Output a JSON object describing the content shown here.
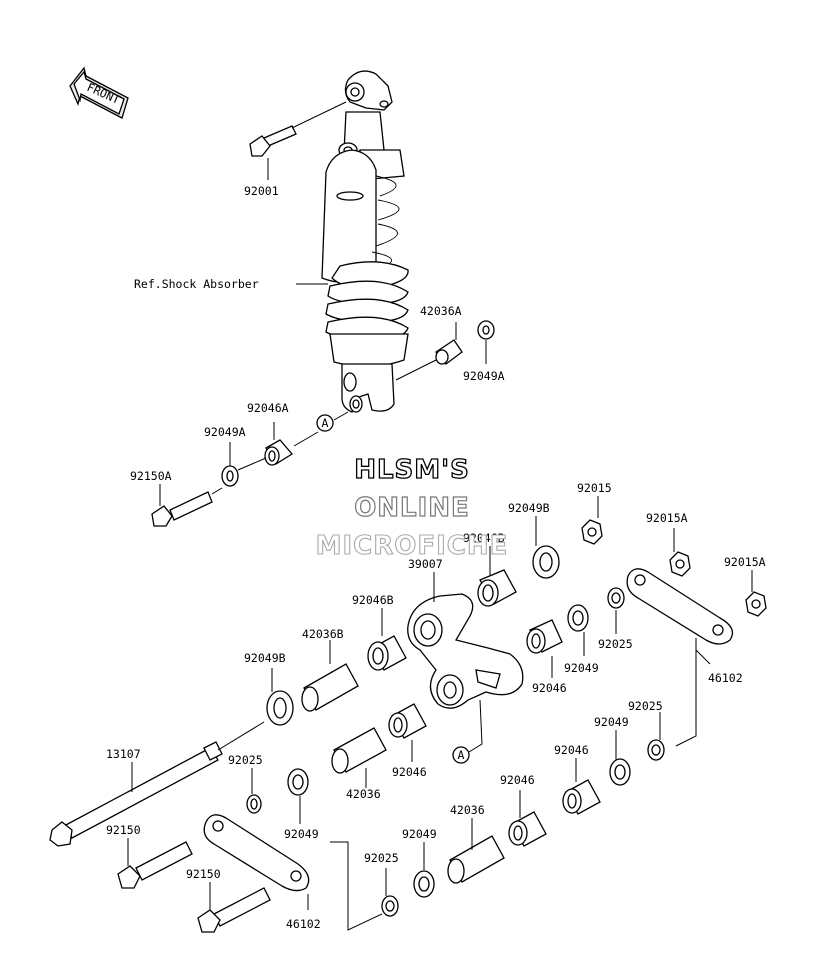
{
  "watermark": {
    "line1": "HLSM'S",
    "line2": "ONLINE",
    "line3": "MICROFICHE"
  },
  "front_arrow": {
    "label": "FRONT"
  },
  "reference": {
    "shock_absorber": "Ref.Shock Absorber"
  },
  "callout_letter": "A",
  "part_labels": {
    "p92001": "92001",
    "p42036A": "42036A",
    "p92049A_right": "92049A",
    "p92046A": "92046A",
    "p92049A_left": "92049A",
    "p92150A": "92150A",
    "p92015": "92015",
    "p92049B_top": "92049B",
    "p92046B_top": "92046B",
    "p92015A_1": "92015A",
    "p92015A_2": "92015A",
    "p39007": "39007",
    "p92046B": "92046B",
    "p42036B": "42036B",
    "p92049B": "92049B",
    "p92025_right": "92025",
    "p92049_mid": "92049",
    "p92046_mid": "92046",
    "p46102_right": "46102",
    "p92025_r2": "92025",
    "p92049_r2": "92049",
    "p92046_r2": "92046",
    "p13107": "13107",
    "p92025_left": "92025",
    "p92046_center": "92046",
    "p42036": "42036",
    "p92049_left": "92049",
    "p92046_lower": "92046",
    "p42036_lower": "42036",
    "p92049_lower": "92049",
    "p92150_1": "92150",
    "p92150_2": "92150",
    "p92025_lower": "92025",
    "p46102_left": "46102"
  }
}
